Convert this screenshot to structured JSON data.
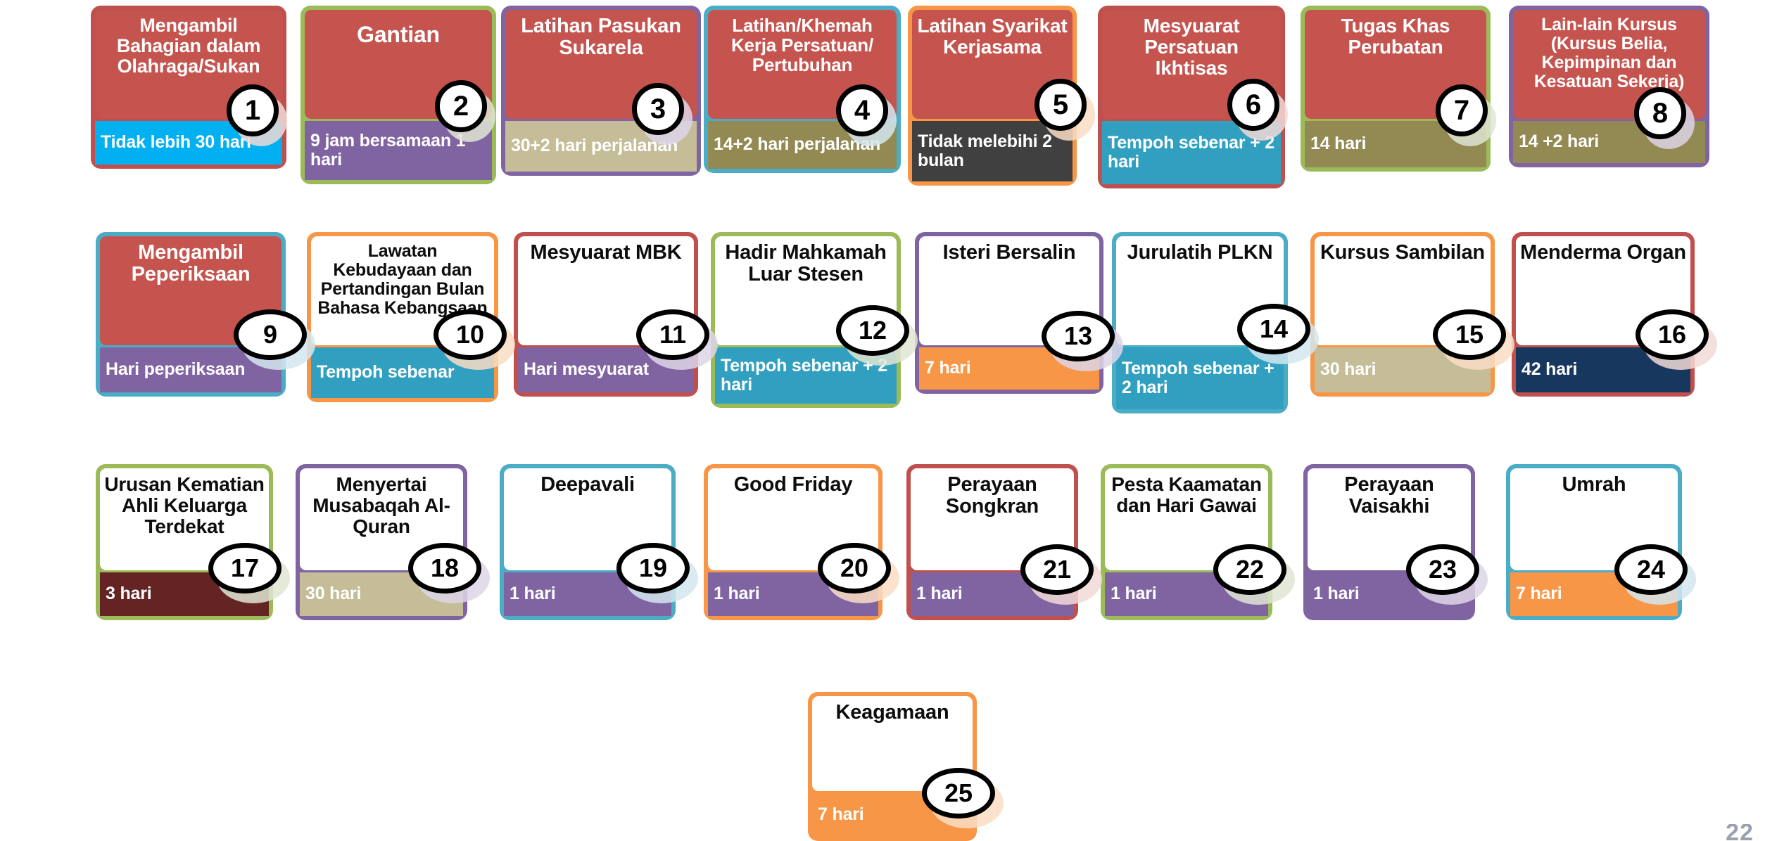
{
  "page": {
    "page_number": "22",
    "background": "#ffffff"
  },
  "palette": {
    "red": "#c5544f",
    "red_border": "#c0504d",
    "green_border": "#9bbb59",
    "purple_border": "#8064a2",
    "teal_border": "#4bacc6",
    "orange_border": "#f79646",
    "cyan_fill": "#00b0f0",
    "purple_fill": "#8064a2",
    "khaki_fill": "#c4bd97",
    "olive_fill": "#938953",
    "darkgray_fill": "#404040",
    "teal_fill": "#31a0c0",
    "orange_fill": "#f79646",
    "navy_fill": "#17375e",
    "maroon_fill": "#632423",
    "white_fill": "#ffffff",
    "badge_stroke": "#000000"
  },
  "cards": [
    {
      "id": 1,
      "title": "Mengambil Bahagian dalam Olahraga/Sukan",
      "duration": "Tidak lebih 30 hari",
      "border_color": "#c0504d",
      "body_color": "#c5544f",
      "foot_color": "#00b0f0",
      "body_is_white": false,
      "badge_shape": "circle"
    },
    {
      "id": 2,
      "title": "Gantian",
      "duration": "9 jam bersamaan 1 hari",
      "border_color": "#9bbb59",
      "body_color": "#c5544f",
      "foot_color": "#8064a2",
      "body_is_white": false,
      "badge_shape": "circle"
    },
    {
      "id": 3,
      "title": "Latihan Pasukan Sukarela",
      "duration": "30+2 hari perjalanan",
      "border_color": "#8064a2",
      "body_color": "#c5544f",
      "foot_color": "#c4bd97",
      "body_is_white": false,
      "badge_shape": "circle"
    },
    {
      "id": 4,
      "title": "Latihan/Khemah Kerja Persatuan/ Pertubuhan",
      "duration": "14+2 hari perjalanan",
      "border_color": "#4bacc6",
      "body_color": "#c5544f",
      "foot_color": "#938953",
      "body_is_white": false,
      "badge_shape": "circle"
    },
    {
      "id": 5,
      "title": "Latihan Syarikat Kerjasama",
      "duration": "Tidak melebihi 2 bulan",
      "border_color": "#f79646",
      "body_color": "#c5544f",
      "foot_color": "#404040",
      "body_is_white": false,
      "badge_shape": "circle"
    },
    {
      "id": 6,
      "title": "Mesyuarat Persatuan Ikhtisas",
      "duration": "Tempoh sebenar + 2 hari",
      "border_color": "#c0504d",
      "body_color": "#c5544f",
      "foot_color": "#31a0c0",
      "body_is_white": false,
      "badge_shape": "circle"
    },
    {
      "id": 7,
      "title": "Tugas Khas Perubatan",
      "duration": "14 hari",
      "border_color": "#9bbb59",
      "body_color": "#c5544f",
      "foot_color": "#938953",
      "body_is_white": false,
      "badge_shape": "circle"
    },
    {
      "id": 8,
      "title": "Lain-lain Kursus (Kursus Belia, Kepimpinan dan Kesatuan Sekerja)",
      "duration": "14 +2 hari",
      "border_color": "#8064a2",
      "body_color": "#c5544f",
      "foot_color": "#938953",
      "body_is_white": false,
      "badge_shape": "circle"
    },
    {
      "id": 9,
      "title": "Mengambil Peperiksaan",
      "duration": "Hari peperiksaan",
      "border_color": "#4bacc6",
      "body_color": "#c5544f",
      "foot_color": "#8064a2",
      "body_is_white": false,
      "badge_shape": "circle"
    },
    {
      "id": 10,
      "title": "Lawatan Kebudayaan dan Pertandingan Bulan Bahasa Kebangsaan",
      "duration": "Tempoh sebenar",
      "border_color": "#f79646",
      "body_color": "#ffffff",
      "foot_color": "#31a0c0",
      "body_is_white": true,
      "badge_shape": "oval"
    },
    {
      "id": 11,
      "title": "Mesyuarat MBK",
      "duration": "Hari mesyuarat",
      "border_color": "#c0504d",
      "body_color": "#ffffff",
      "foot_color": "#8064a2",
      "body_is_white": true,
      "badge_shape": "oval"
    },
    {
      "id": 12,
      "title": "Hadir Mahkamah Luar Stesen",
      "duration": "Tempoh sebenar  + 2 hari",
      "border_color": "#9bbb59",
      "body_color": "#ffffff",
      "foot_color": "#31a0c0",
      "body_is_white": true,
      "badge_shape": "oval"
    },
    {
      "id": 13,
      "title": "Isteri Bersalin",
      "duration": "7 hari",
      "border_color": "#8064a2",
      "body_color": "#ffffff",
      "foot_color": "#f79646",
      "body_is_white": true,
      "badge_shape": "oval"
    },
    {
      "id": 14,
      "title": "Jurulatih PLKN",
      "duration": "Tempoh sebenar + 2 hari",
      "border_color": "#4bacc6",
      "body_color": "#ffffff",
      "foot_color": "#31a0c0",
      "body_is_white": true,
      "badge_shape": "oval"
    },
    {
      "id": 15,
      "title": "Kursus Sambilan",
      "duration": "30 hari",
      "border_color": "#f79646",
      "body_color": "#ffffff",
      "foot_color": "#c4bd97",
      "body_is_white": true,
      "badge_shape": "oval"
    },
    {
      "id": 16,
      "title": "Menderma Organ",
      "duration": "42 hari",
      "border_color": "#c0504d",
      "body_color": "#ffffff",
      "foot_color": "#17375e",
      "body_is_white": true,
      "badge_shape": "oval"
    },
    {
      "id": 17,
      "title": "Urusan Kematian Ahli Keluarga Terdekat",
      "duration": "3 hari",
      "border_color": "#9bbb59",
      "body_color": "#ffffff",
      "foot_color": "#632423",
      "body_is_white": true,
      "badge_shape": "oval"
    },
    {
      "id": 18,
      "title": "Menyertai Musabaqah Al-Quran",
      "duration": "30 hari",
      "border_color": "#8064a2",
      "body_color": "#ffffff",
      "foot_color": "#c4bd97",
      "body_is_white": true,
      "badge_shape": "oval"
    },
    {
      "id": 19,
      "title": "Deepavali",
      "duration": "1 hari",
      "border_color": "#4bacc6",
      "body_color": "#ffffff",
      "foot_color": "#8064a2",
      "body_is_white": true,
      "badge_shape": "oval"
    },
    {
      "id": 20,
      "title": "Good Friday",
      "duration": "1 hari",
      "border_color": "#f79646",
      "body_color": "#ffffff",
      "foot_color": "#8064a2",
      "body_is_white": true,
      "badge_shape": "oval"
    },
    {
      "id": 21,
      "title": "Perayaan Songkran",
      "duration": "1 hari",
      "border_color": "#c0504d",
      "body_color": "#ffffff",
      "foot_color": "#8064a2",
      "body_is_white": true,
      "badge_shape": "oval"
    },
    {
      "id": 22,
      "title": "Pesta Kaamatan dan Hari Gawai",
      "duration": "1 hari",
      "border_color": "#9bbb59",
      "body_color": "#ffffff",
      "foot_color": "#8064a2",
      "body_is_white": true,
      "badge_shape": "oval"
    },
    {
      "id": 23,
      "title": "Perayaan Vaisakhi",
      "duration": "1 hari",
      "border_color": "#8064a2",
      "body_color": "#ffffff",
      "foot_color": "#8064a2",
      "body_is_white": true,
      "badge_shape": "oval"
    },
    {
      "id": 24,
      "title": "Umrah",
      "duration": "7 hari",
      "border_color": "#4bacc6",
      "body_color": "#ffffff",
      "foot_color": "#f79646",
      "body_is_white": true,
      "badge_shape": "oval"
    },
    {
      "id": 25,
      "title": "Keagamaan",
      "duration": "7 hari",
      "border_color": "#f79646",
      "body_color": "#ffffff",
      "foot_color": "#f79646",
      "body_is_white": true,
      "badge_shape": "oval"
    }
  ]
}
